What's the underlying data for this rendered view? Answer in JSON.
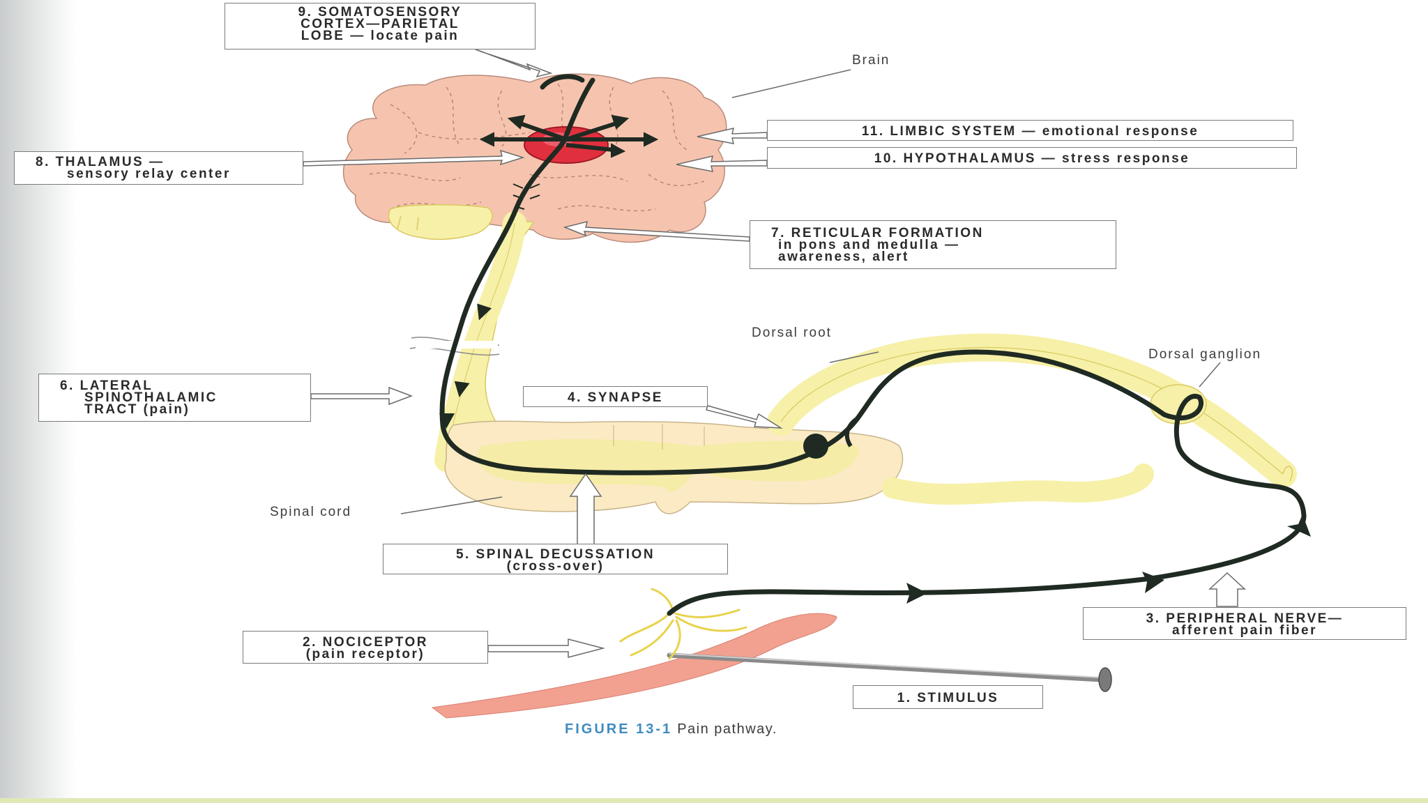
{
  "caption": {
    "figure": "FIGURE 13-1",
    "text": "Pain pathway."
  },
  "labels": {
    "somatosensory": [
      "9. SOMATOSENSORY",
      "CORTEX—PARIETAL",
      "LOBE — locate pain"
    ],
    "thalamus": [
      "8. THALAMUS —",
      "sensory relay center"
    ],
    "limbic": "11. LIMBIC SYSTEM — emotional response",
    "hypothalamus": "10. HYPOTHALAMUS — stress response",
    "reticular": [
      "7. RETICULAR FORMATION",
      "in pons and medulla —",
      "awareness, alert"
    ],
    "lateral_tract": [
      "6. LATERAL",
      "SPINOTHALAMIC",
      "TRACT (pain)"
    ],
    "synapse": "4. SYNAPSE",
    "decussation": [
      "5. SPINAL DECUSSATION",
      "(cross-over)"
    ],
    "nociceptor": [
      "2. NOCICEPTOR",
      "(pain receptor)"
    ],
    "peripheral_nerve": [
      "3. PERIPHERAL NERVE—",
      "afferent pain fiber"
    ],
    "stimulus": "1. STIMULUS"
  },
  "plain_labels": {
    "brain": "Brain",
    "dorsal_root": "Dorsal root",
    "dorsal_ganglion": "Dorsal ganglion",
    "spinal_cord": "Spinal cord"
  },
  "colors": {
    "brain_fill": "#f6c4ae",
    "cord_fill": "#f7f0a8",
    "pathway": "#1f2a22",
    "thalamus": "#e0303e",
    "skin": "#f2a090",
    "nerve_yellow": "#e8d24a"
  }
}
